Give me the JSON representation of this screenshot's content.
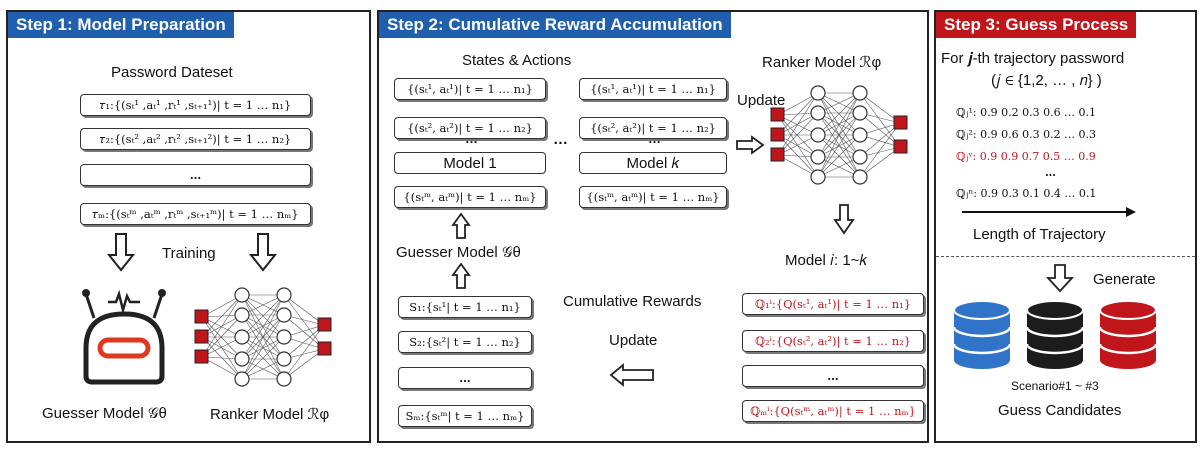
{
  "step1": {
    "header": "Step 1: Model Preparation",
    "dataset_title": "Password Dateset",
    "tau_rows": [
      "𝜏₁:{(sₜ¹ ,aₜ¹ ,rₜ¹ ,sₜ₊₁¹)| t = 1 … n₁}",
      "𝜏₂:{(sₜ² ,aₜ² ,rₜ² ,sₜ₊₁²)| t = 1 … n₂}",
      "…",
      "𝜏ₘ:{(sₜᵐ ,aₜᵐ ,rₜᵐ ,sₜ₊₁ᵐ)| t = 1 … nₘ}"
    ],
    "training_label": "Training",
    "guesser_label": "Guesser Model 𝒢θ",
    "ranker_label": "Ranker Model ℛφ"
  },
  "step2": {
    "header": "Step 2: Cumulative Reward Accumulation",
    "states_actions_title": "States & Actions",
    "left_col": [
      "{(sₜ¹, aₜ¹)| t = 1 … n₁}",
      "{(sₜ², aₜ²)| t = 1 … n₂}",
      "Model 1",
      "{(sₜᵐ, aₜᵐ)| t = 1 … nₘ}"
    ],
    "right_col": [
      "{(sₜ¹, aₜ¹)| t = 1 … n₁}",
      "{(sₜ², aₜ²)| t = 1 … n₂}",
      "Model 𝑘",
      "{(sₜᵐ, aₜᵐ)| t = 1 … nₘ}"
    ],
    "ellipsis": "…",
    "ranker_label": "Ranker Model ℛφ",
    "update_label": "Update",
    "model_i_label": "Model 𝑖: 1~𝑘",
    "guesser_label": "Guesser Model 𝒢θ",
    "cumulative_label": "Cumulative Rewards",
    "update2_label": "Update",
    "state_rows": [
      "S₁:{sₜ¹| t = 1 … n₁}",
      "S₂:{sₜ²| t = 1 … n₂}",
      "…",
      "Sₘ:{sₜᵐ| t = 1 … nₘ}"
    ],
    "q_rows": [
      "ℚ₁ⁱ:{Q(sₜ¹, aₜ¹)| t = 1 … n₁}",
      "ℚ₂ⁱ:{Q(sₜ², aₜ²)| t = 1 … n₂}",
      "…",
      "ℚₘⁱ:{Q(sₜᵐ, aₜᵐ)| t = 1 … nₘ}"
    ]
  },
  "step3": {
    "header": "Step 3: Guess Process",
    "for_line": "For 𝒋-th trajectory password",
    "j_range": "(𝑗 ∈ {1,2, … , 𝑛} )",
    "q_lines": [
      {
        "text": "ℚⱼ¹: 0.9 0.2 0.3 0.6 … 0.1",
        "highlight": false
      },
      {
        "text": "ℚⱼ²: 0.9 0.6 0.3 0.2 … 0.3",
        "highlight": false
      },
      {
        "text": "ℚⱼᵛ: 0.9 0.9 0.7 0.5 … 0.9",
        "highlight": true
      },
      {
        "text": "…",
        "highlight": false
      },
      {
        "text": "ℚⱼⁿ: 0.9 0.3 0.1 0.4 … 0.1",
        "highlight": false
      }
    ],
    "trajectory_label": "Length of Trajectory",
    "generate_label": "Generate",
    "scenario_label": "Scenario#1 ~ #3",
    "candidates_label": "Guess Candidates",
    "db_colors": [
      "#2f74c8",
      "#1c1c1c",
      "#c0161b"
    ]
  },
  "colors": {
    "blue": "#1f5fae",
    "red": "#c0161b",
    "node_red": "#c0161b",
    "robot_red": "#e0391f"
  }
}
